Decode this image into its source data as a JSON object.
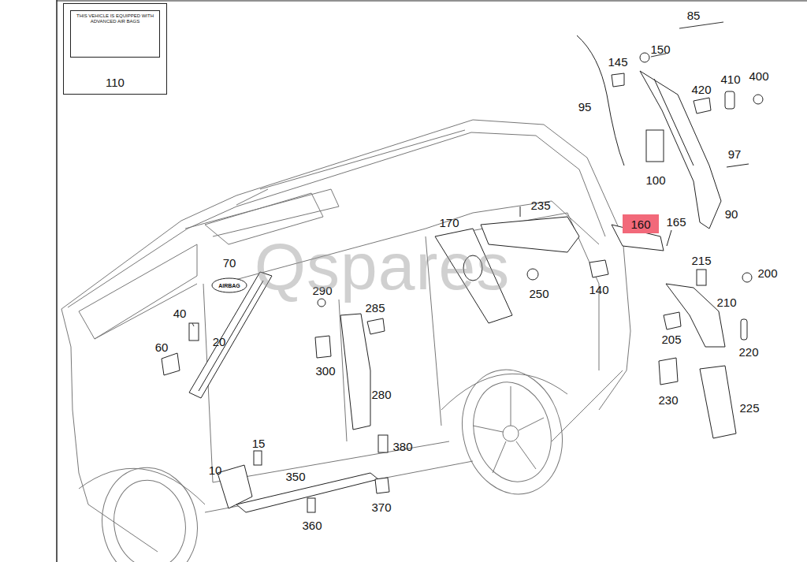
{
  "diagram": {
    "nodes": [
      {
        "text": [
          "THIS VEHICLE IS EQUIPPED WITH ADVANCED AIR BAGS",
          "110"
        ]
      },
      {
        "text": [
          "160"
        ]
      }
    ],
    "labels": [
      "85",
      "150",
      "145",
      "420",
      "410",
      "400",
      "95",
      "100",
      "97",
      "90",
      "165",
      "235",
      "170",
      "215",
      "200",
      "250",
      "140",
      "70",
      "AIRBAG",
      "290",
      "285",
      "210",
      "40",
      "20",
      "60",
      "205",
      "220",
      "300",
      "280",
      "230",
      "225",
      "15",
      "380",
      "10",
      "350",
      "370",
      "360",
      "Qspares"
    ]
  }
}
